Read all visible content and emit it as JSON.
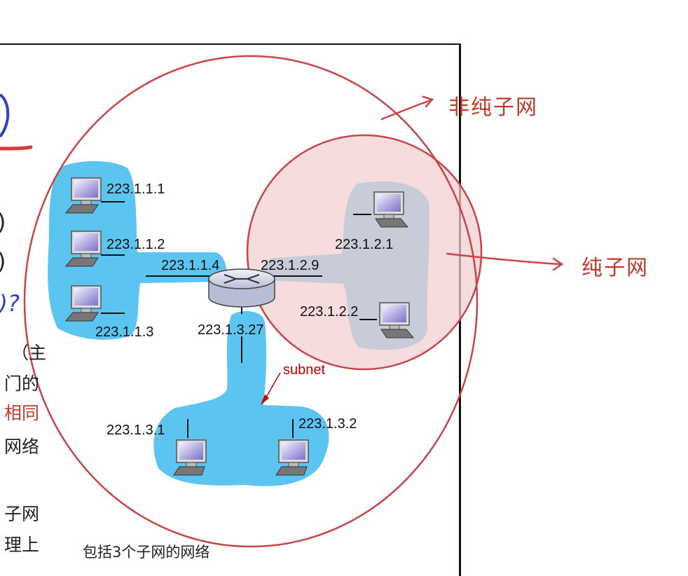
{
  "diagram": {
    "caption": "包括3个子网的网络",
    "subnet_label": "subnet",
    "hosts": [
      {
        "id": "h1",
        "ip": "223.1.1.1"
      },
      {
        "id": "h2",
        "ip": "223.1.1.2"
      },
      {
        "id": "h3",
        "ip": "223.1.1.3"
      },
      {
        "id": "h4",
        "ip": "223.1.2.1"
      },
      {
        "id": "h5",
        "ip": "223.1.2.2"
      },
      {
        "id": "h6",
        "ip": "223.1.3.1"
      },
      {
        "id": "h7",
        "ip": "223.1.3.2"
      }
    ],
    "router": {
      "interfaces": [
        "223.1.1.4",
        "223.1.2.9",
        "223.1.3.27"
      ]
    }
  },
  "annotations": {
    "non_pure_subnet": "非纯子网",
    "pure_subnet": "纯子网"
  },
  "left_text_fragments": {
    "paren_1": ")",
    "paren_2": ")",
    "paren_3": ")",
    "question": "t)?",
    "line_1": "（主",
    "line_2": "门的",
    "line_3": "相同",
    "line_4": "网络",
    "line_5": "子网",
    "line_6": "理上"
  },
  "colors": {
    "subnet_fill": "#5bc4f0",
    "pure_subnet_fill": "#f4d6d6",
    "annotation_red": "#c9434a",
    "frame": "#111111"
  }
}
